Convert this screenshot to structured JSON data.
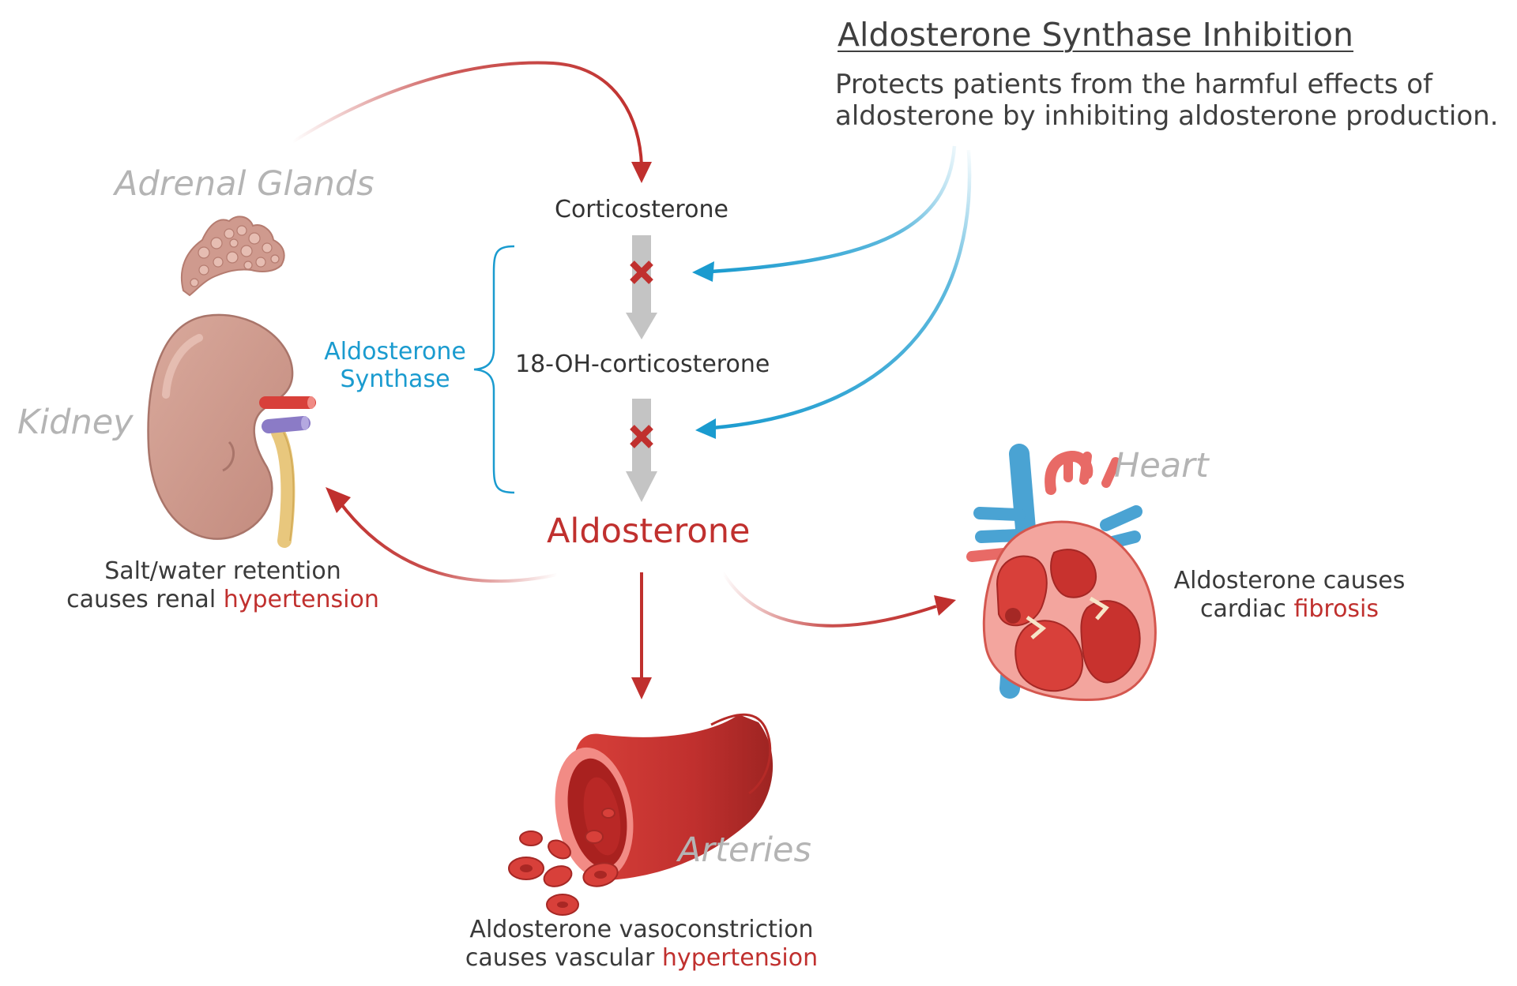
{
  "title": "Aldosterone Synthase Inhibition",
  "subtitle": {
    "line1": "Protects patients from the harmful effects of",
    "line2": "aldosterone by inhibiting aldosterone production."
  },
  "pathway": {
    "step1": "Corticosterone",
    "step2": "18-OH-corticosterone",
    "product": "Aldosterone",
    "enzyme": {
      "line1": "Aldosterone",
      "line2": "Synthase"
    }
  },
  "organs": {
    "adrenal": "Adrenal Glands",
    "kidney": "Kidney",
    "heart": "Heart",
    "arteries": "Arteries"
  },
  "effects": {
    "kidney": {
      "line1": "Salt/water retention",
      "line2_prefix": "causes renal ",
      "highlight": "hypertension"
    },
    "heart": {
      "line1": "Aldosterone causes",
      "line2_prefix": "cardiac ",
      "highlight": "fibrosis"
    },
    "arteries": {
      "line1": "Aldosterone vasoconstriction",
      "line2_prefix": "causes vascular ",
      "highlight": "hypertension"
    }
  },
  "colors": {
    "effect_red": "#c0302e",
    "inhibitor_blue": "#1a9bcf",
    "pathway_gray": "#c4c4c4",
    "organ_label_gray": "#b4b4b4"
  }
}
